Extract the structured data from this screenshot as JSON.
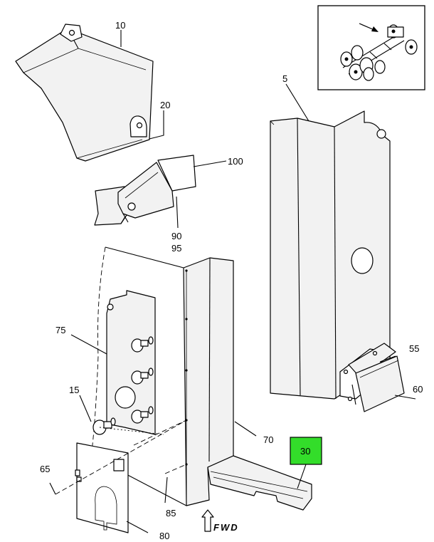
{
  "diagram": {
    "callouts": {
      "c10": "10",
      "c20": "20",
      "c100": "100",
      "c90": "90",
      "c95": "95",
      "c5": "5",
      "c75": "75",
      "c15": "15",
      "c65": "65",
      "c85": "85",
      "c80": "80",
      "c70": "70",
      "c30": "30",
      "c55": "55",
      "c60": "60"
    },
    "fwd_label": "FWD",
    "highlight_color": "#33dd2a"
  }
}
